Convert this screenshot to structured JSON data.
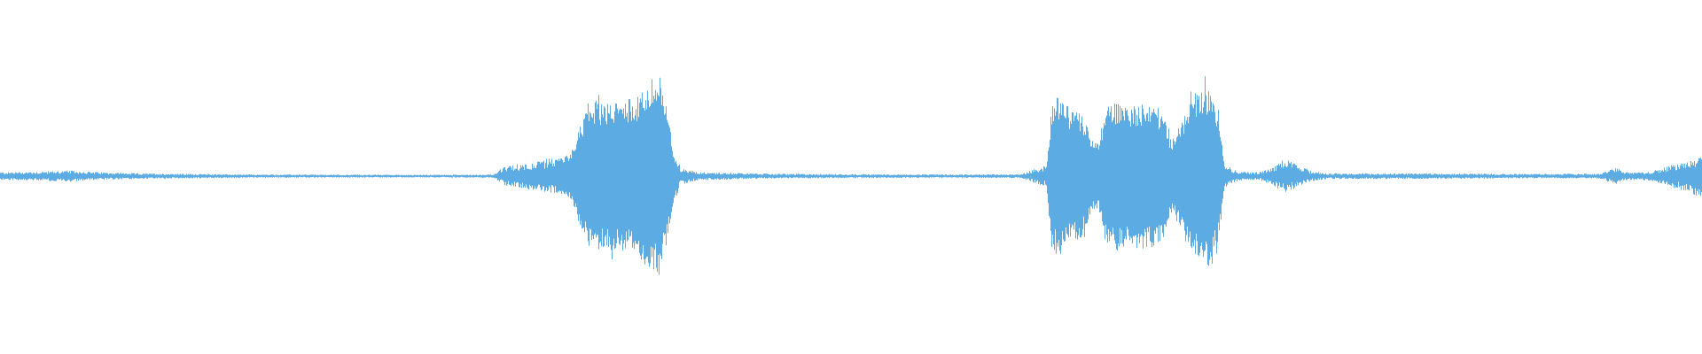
{
  "waveform": {
    "color": "#5dabe3",
    "background": "#ffffff",
    "duration_fraction_axis": "0-1",
    "envelope": [
      [
        0.0,
        0.028
      ],
      [
        0.02,
        0.032
      ],
      [
        0.04,
        0.04
      ],
      [
        0.055,
        0.03
      ],
      [
        0.08,
        0.02
      ],
      [
        0.15,
        0.012
      ],
      [
        0.25,
        0.01
      ],
      [
        0.29,
        0.012
      ],
      [
        0.295,
        0.06
      ],
      [
        0.305,
        0.09
      ],
      [
        0.315,
        0.1
      ],
      [
        0.325,
        0.14
      ],
      [
        0.33,
        0.17
      ],
      [
        0.335,
        0.2
      ],
      [
        0.34,
        0.42
      ],
      [
        0.345,
        0.62
      ],
      [
        0.35,
        0.7
      ],
      [
        0.355,
        0.64
      ],
      [
        0.36,
        0.68
      ],
      [
        0.368,
        0.7
      ],
      [
        0.375,
        0.72
      ],
      [
        0.38,
        0.82
      ],
      [
        0.384,
        0.9
      ],
      [
        0.388,
        0.86
      ],
      [
        0.392,
        0.6
      ],
      [
        0.396,
        0.2
      ],
      [
        0.4,
        0.06
      ],
      [
        0.41,
        0.03
      ],
      [
        0.45,
        0.018
      ],
      [
        0.5,
        0.014
      ],
      [
        0.55,
        0.012
      ],
      [
        0.6,
        0.014
      ],
      [
        0.603,
        0.03
      ],
      [
        0.61,
        0.06
      ],
      [
        0.615,
        0.08
      ],
      [
        0.618,
        0.65
      ],
      [
        0.623,
        0.76
      ],
      [
        0.628,
        0.62
      ],
      [
        0.636,
        0.56
      ],
      [
        0.642,
        0.32
      ],
      [
        0.646,
        0.32
      ],
      [
        0.65,
        0.62
      ],
      [
        0.655,
        0.68
      ],
      [
        0.662,
        0.64
      ],
      [
        0.67,
        0.66
      ],
      [
        0.678,
        0.66
      ],
      [
        0.684,
        0.56
      ],
      [
        0.688,
        0.33
      ],
      [
        0.693,
        0.44
      ],
      [
        0.7,
        0.72
      ],
      [
        0.706,
        0.8
      ],
      [
        0.712,
        0.82
      ],
      [
        0.716,
        0.6
      ],
      [
        0.72,
        0.08
      ],
      [
        0.728,
        0.03
      ],
      [
        0.74,
        0.03
      ],
      [
        0.748,
        0.06
      ],
      [
        0.755,
        0.13
      ],
      [
        0.762,
        0.08
      ],
      [
        0.77,
        0.04
      ],
      [
        0.78,
        0.02
      ],
      [
        0.85,
        0.02
      ],
      [
        0.9,
        0.016
      ],
      [
        0.94,
        0.018
      ],
      [
        0.945,
        0.04
      ],
      [
        0.95,
        0.06
      ],
      [
        0.955,
        0.03
      ],
      [
        0.97,
        0.03
      ],
      [
        0.975,
        0.05
      ],
      [
        0.985,
        0.09
      ],
      [
        0.992,
        0.11
      ],
      [
        0.997,
        0.14
      ],
      [
        1.0,
        0.2
      ]
    ]
  }
}
